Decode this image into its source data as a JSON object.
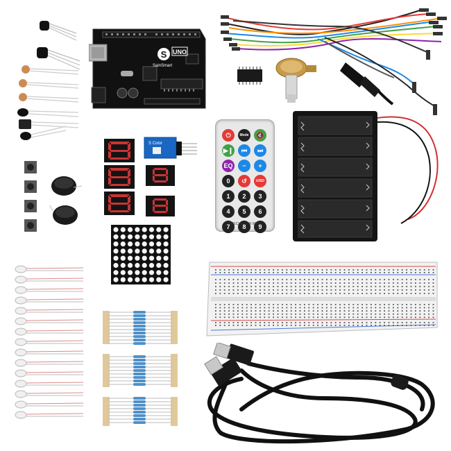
{
  "board": {
    "brand": "SainSmart",
    "model": "UNO",
    "logo_letter": "S"
  },
  "remote": {
    "buttons": [
      {
        "label": "⏻",
        "color": "#e53935"
      },
      {
        "label": "Mode",
        "color": "#222222"
      },
      {
        "label": "🔇",
        "color": "#43a047"
      },
      {
        "label": "▶❙",
        "color": "#43a047"
      },
      {
        "label": "⏮",
        "color": "#1e88e5"
      },
      {
        "label": "⏭",
        "color": "#1e88e5"
      },
      {
        "label": "EQ",
        "color": "#8e24aa"
      },
      {
        "label": "−",
        "color": "#1e88e5"
      },
      {
        "label": "+",
        "color": "#1e88e5"
      },
      {
        "label": "0",
        "color": "#222222"
      },
      {
        "label": "↺",
        "color": "#e53935"
      },
      {
        "label": "U/SD",
        "color": "#e53935"
      },
      {
        "label": "1",
        "color": "#222222"
      },
      {
        "label": "2",
        "color": "#222222"
      },
      {
        "label": "3",
        "color": "#222222"
      },
      {
        "label": "4",
        "color": "#222222"
      },
      {
        "label": "5",
        "color": "#222222"
      },
      {
        "label": "6",
        "color": "#222222"
      },
      {
        "label": "7",
        "color": "#222222"
      },
      {
        "label": "8",
        "color": "#222222"
      },
      {
        "label": "9",
        "color": "#222222"
      }
    ],
    "footer": "SPECIAL FOR MP3"
  },
  "rgb_module": {
    "label": "S Color"
  },
  "colors": {
    "board": "#111111",
    "breadboard_red_rail": "#d84a4a",
    "breadboard_blue_rail": "#4a78d8",
    "resistor_body": "#4f90c9",
    "wire_colors": [
      "#222222",
      "#e53935",
      "#1e88e5",
      "#43a047",
      "#fdd835",
      "#fb8c00",
      "#8e24aa",
      "#ffffff"
    ]
  }
}
